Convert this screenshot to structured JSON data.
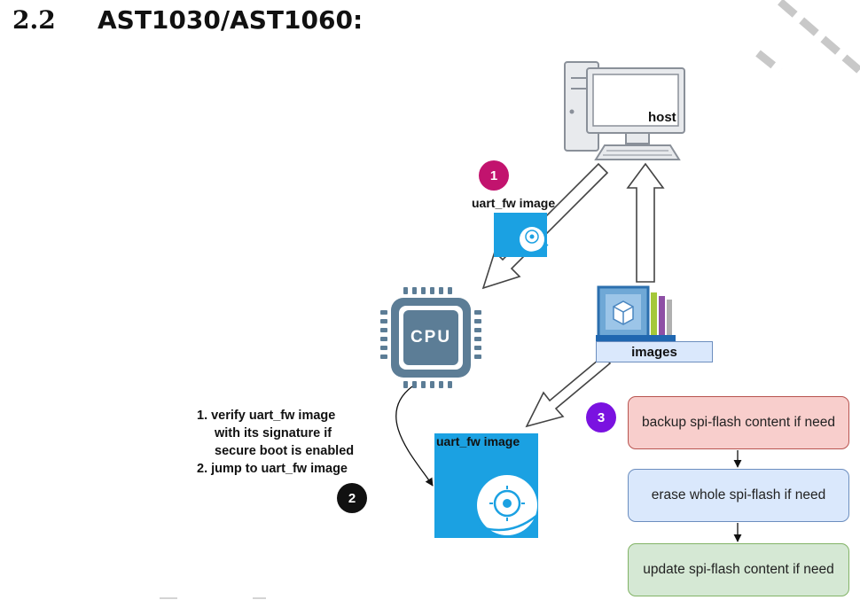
{
  "section": {
    "number": "2.2",
    "title": "AST1030/AST1060:"
  },
  "host": {
    "label": "host"
  },
  "upload": {
    "badge": "1",
    "label": "uart_fw image"
  },
  "cpu": {
    "label": "CPU"
  },
  "images": {
    "label": "images"
  },
  "verify": {
    "badge": "2",
    "lines": [
      "1. verify uart_fw image",
      "with its signature if",
      "secure boot is enabled",
      "2. jump to uart_fw image"
    ]
  },
  "firmware": {
    "label": "uart_fw image"
  },
  "update": {
    "badge": "3",
    "steps": [
      "backup spi-flash content if need",
      "erase whole spi-flash if need",
      "update spi-flash content if need"
    ]
  },
  "colors": {
    "badge1": "#c2136e",
    "badge2": "#111111",
    "badge3": "#7a12e0",
    "firmware_blue": "#1ba1e2",
    "cpu_slate": "#5c7d96",
    "step_red": "#f8cecc",
    "step_blue": "#dae8fc",
    "step_green": "#d5e8d4"
  }
}
